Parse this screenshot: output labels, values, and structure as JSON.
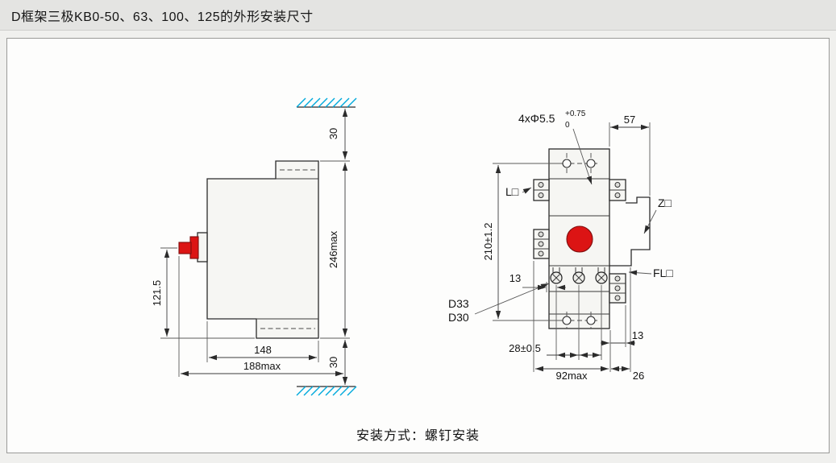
{
  "header": {
    "title": "D框架三极KB0-50、63、100、125的外形安装尺寸"
  },
  "footer": {
    "caption": "安装方式：螺钉安装"
  },
  "colors": {
    "accent_red": "#dc1414",
    "hatch_blue": "#00a9dc"
  },
  "side_view": {
    "dim_top_clearance": "30",
    "dim_height_max": "246max",
    "dim_bottom_clearance": "30",
    "dim_handle_height": "121.5",
    "dim_depth": "148",
    "dim_depth_max": "188max"
  },
  "front_view": {
    "callout_holes": "4xΦ5.5",
    "callout_tol_upper": "+0.75",
    "callout_tol_lower": "0",
    "dim_side_width": "57",
    "label_left_accessory": "L□",
    "label_right_accessory": "Z□",
    "label_front_accessory": "FL□",
    "dim_mount_hole_pitch": "210±1.2",
    "dim_pole_offset": "13",
    "label_model_top": "D33",
    "label_model_bottom": "D30",
    "dim_pole_pitch": "28±0.5",
    "dim_tab_width": "13",
    "dim_width_max": "92max",
    "dim_right_extension": "26"
  }
}
